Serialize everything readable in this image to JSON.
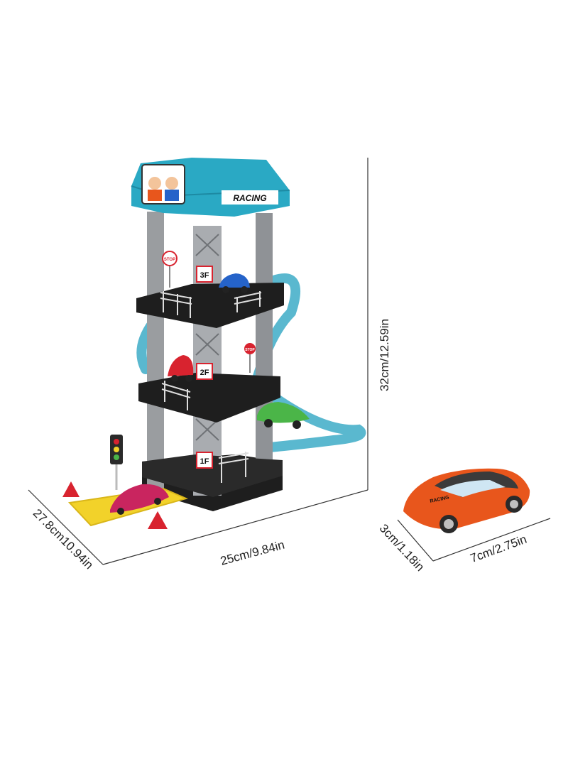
{
  "product": {
    "tower_brand_text": "RACING",
    "car_decal_text": "RACING",
    "floors": [
      "3F",
      "2F",
      "1F"
    ],
    "sign_text": "STOP"
  },
  "dimensions": {
    "height": "32cm/12.59in",
    "width": "25cm/9.84in",
    "depth": "27.8cm10.94in",
    "car_height": "3cm/1.18in",
    "car_length": "7cm/2.75in"
  },
  "colors": {
    "tower_roof": "#2aa9c4",
    "platform": "#1e1e1e",
    "pillar": "#9a9da0",
    "ramp": "#5ab8cf",
    "yellow_ramp": "#f2d22a",
    "car_orange": "#e8561c",
    "car_blue": "#2563c9",
    "car_red": "#d8232f",
    "car_green": "#4bb548",
    "car_pink": "#c9255f"
  }
}
